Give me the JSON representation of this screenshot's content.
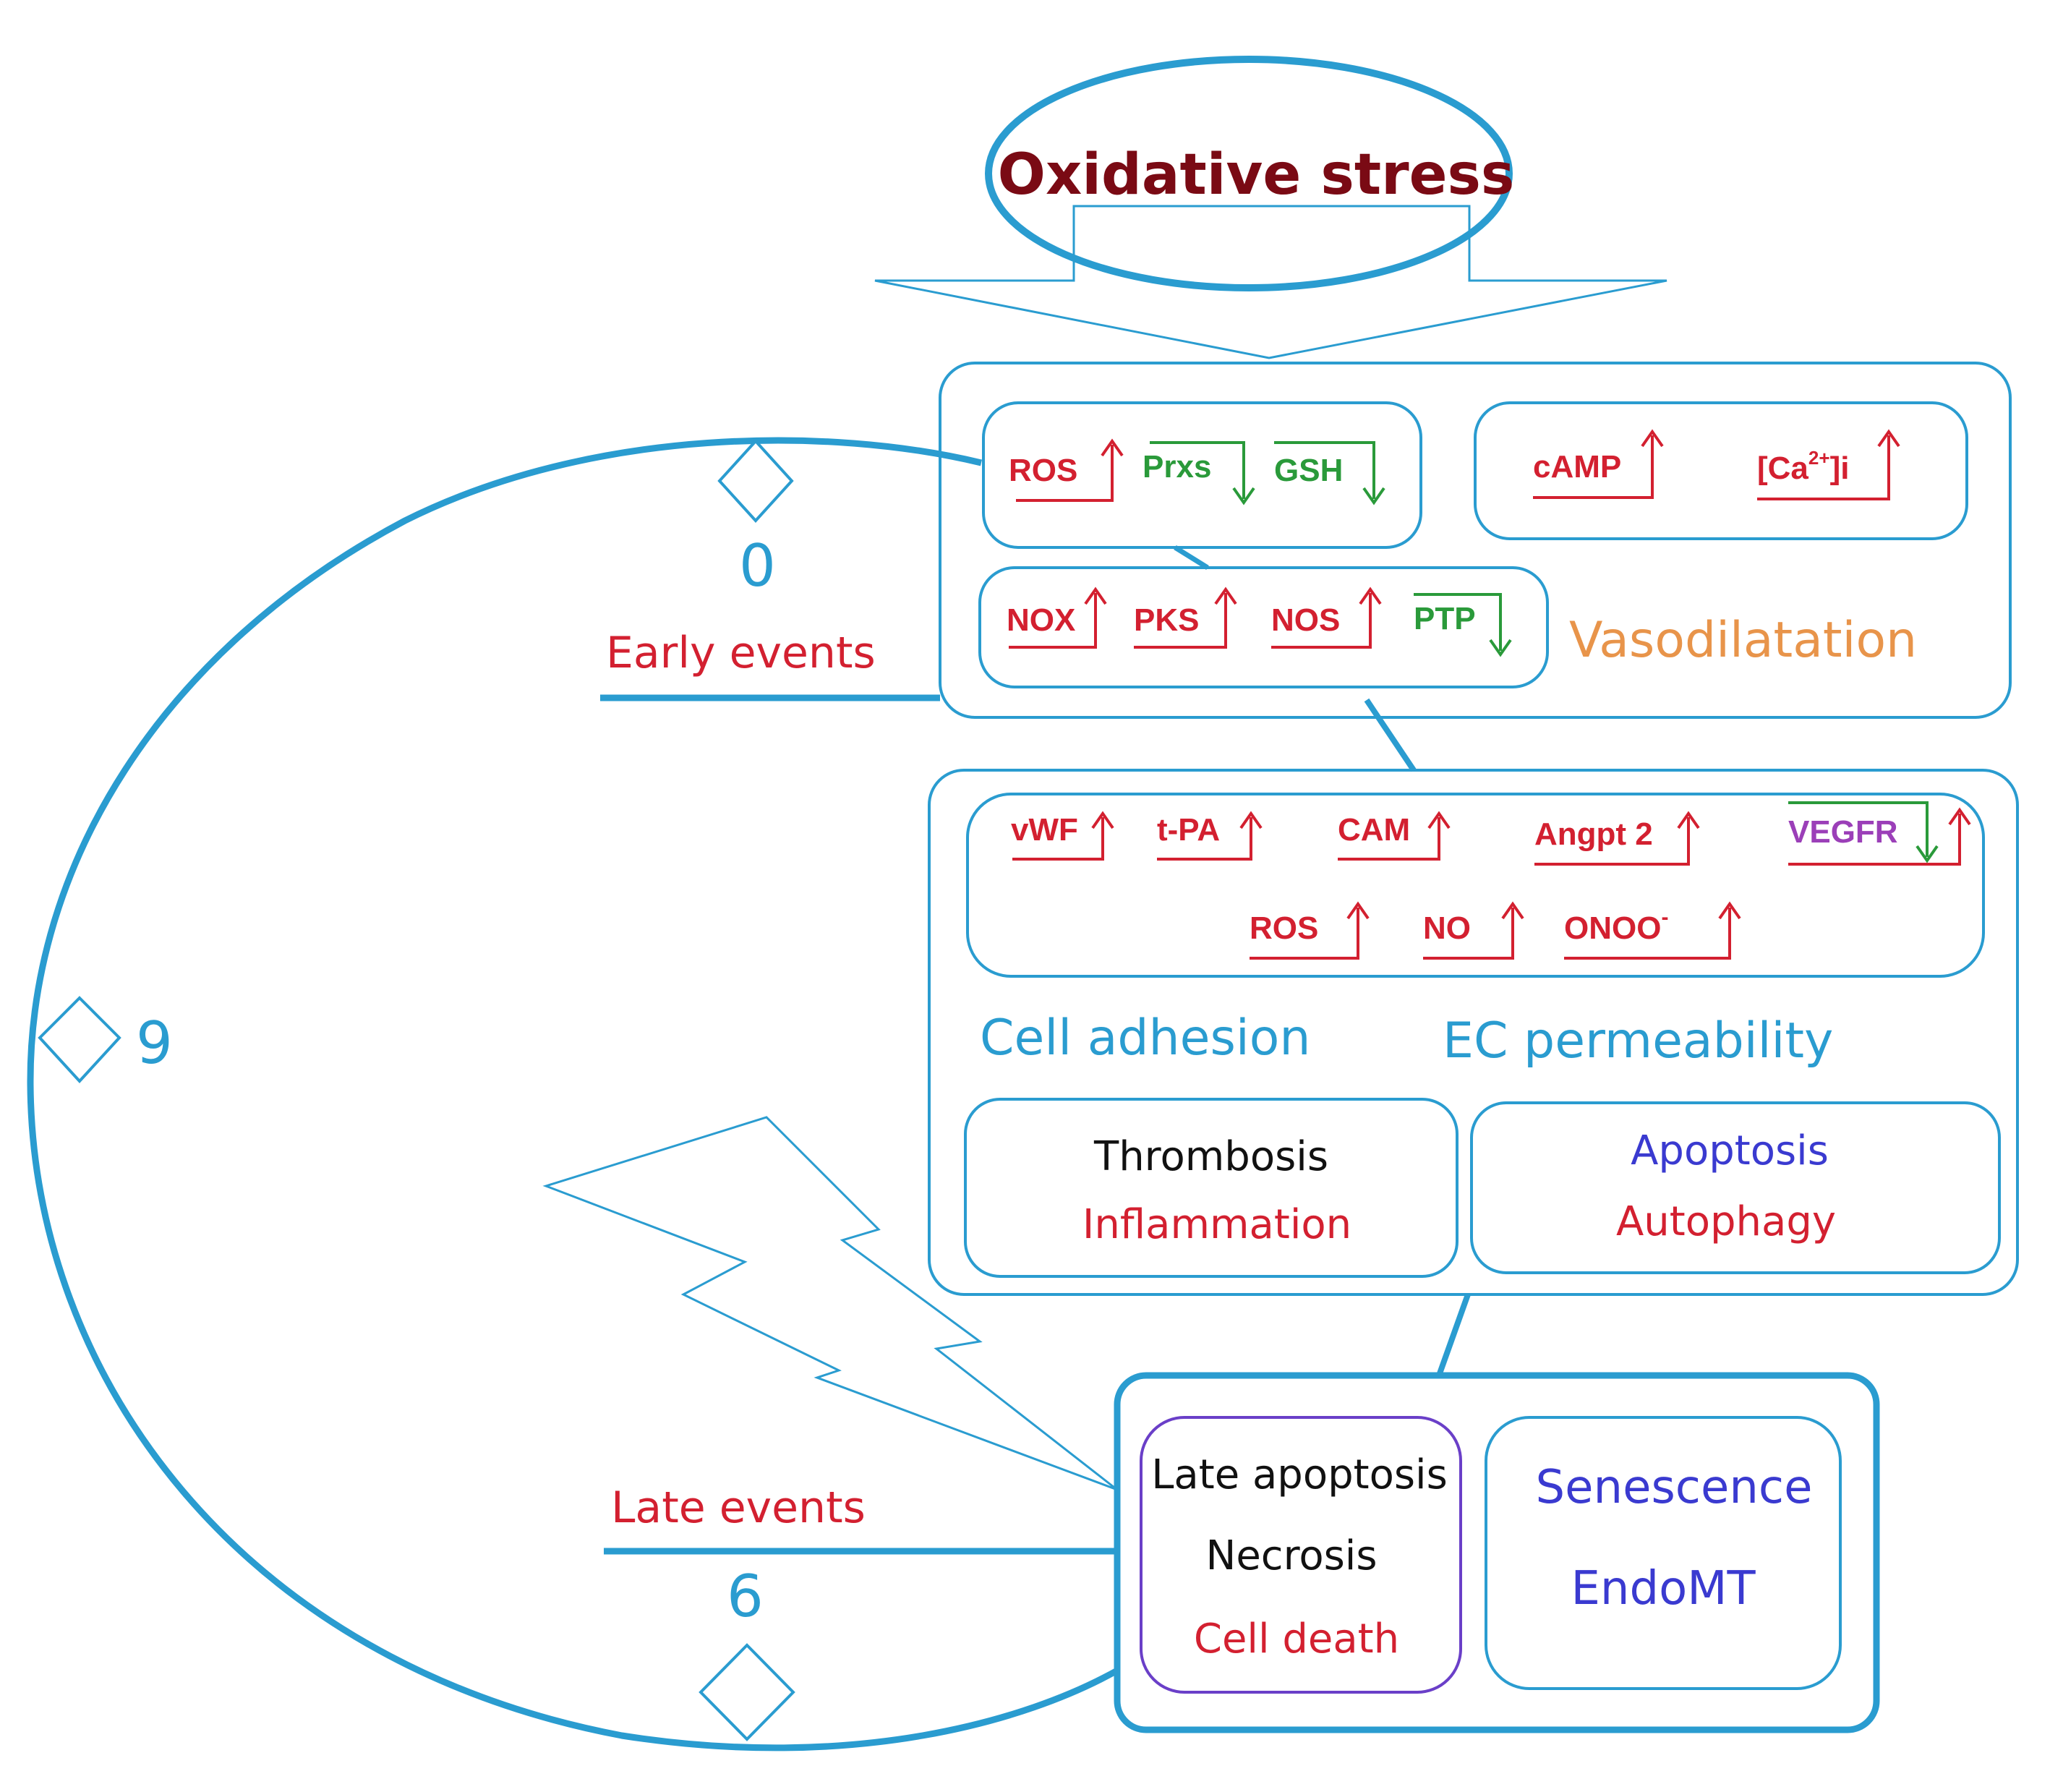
{
  "title": "Oxidative stress",
  "timeline": {
    "early_label": "Early events",
    "early_number": "0",
    "mid_number": "9",
    "late_label": "Late events",
    "late_number": "6"
  },
  "early_box": {
    "markers_row1": [
      {
        "label": "ROS",
        "direction": "up",
        "color": "#d32030"
      },
      {
        "label": "Prxs",
        "direction": "down",
        "color": "#2a9a3a"
      },
      {
        "label": "GSH",
        "direction": "down",
        "color": "#2a9a3a"
      }
    ],
    "markers_right": [
      {
        "label": "cAMP",
        "direction": "up",
        "color": "#d32030"
      },
      {
        "label": "[Ca",
        "sup": "2+",
        "suffix": "]i",
        "direction": "up",
        "color": "#d32030"
      }
    ],
    "markers_row2": [
      {
        "label": "NOX",
        "direction": "up",
        "color": "#d32030"
      },
      {
        "label": "PKS",
        "direction": "up",
        "color": "#d32030"
      },
      {
        "label": "NOS",
        "direction": "up",
        "color": "#d32030"
      },
      {
        "label": "PTP",
        "direction": "down",
        "color": "#2a9a3a"
      }
    ],
    "effect": "Vasodilatation"
  },
  "middle_box": {
    "markers_row1": [
      {
        "label": "vWF",
        "direction": "up",
        "color": "#d32030"
      },
      {
        "label": "t-PA",
        "direction": "up",
        "color": "#d32030"
      },
      {
        "label": "CAM",
        "direction": "up",
        "color": "#d32030"
      },
      {
        "label": "Angpt 2",
        "direction": "up",
        "color": "#d32030"
      },
      {
        "label": "VEGFR",
        "direction": "down-up",
        "color": "#9b3fb8"
      }
    ],
    "markers_row2": [
      {
        "label": "ROS",
        "direction": "up",
        "color": "#d32030"
      },
      {
        "label": "NO",
        "direction": "up",
        "color": "#d32030"
      },
      {
        "label": "ONOO",
        "sup": "-",
        "direction": "up",
        "color": "#d32030"
      }
    ],
    "effect_left": "Cell adhesion",
    "effect_right": "EC permeability",
    "left_outcomes": [
      "Thrombosis",
      "Inflammation"
    ],
    "right_outcomes": [
      "Apoptosis",
      "Autophagy"
    ]
  },
  "late_box": {
    "left_outcomes": [
      "Late apoptosis",
      "Necrosis",
      "Cell death"
    ],
    "right_outcomes": [
      "Senescence",
      "EndoMT"
    ]
  },
  "colors": {
    "outline": "#2a9cd0",
    "up_marker": "#d32030",
    "down_marker": "#2a9a3a",
    "title": "#7a0a14"
  }
}
